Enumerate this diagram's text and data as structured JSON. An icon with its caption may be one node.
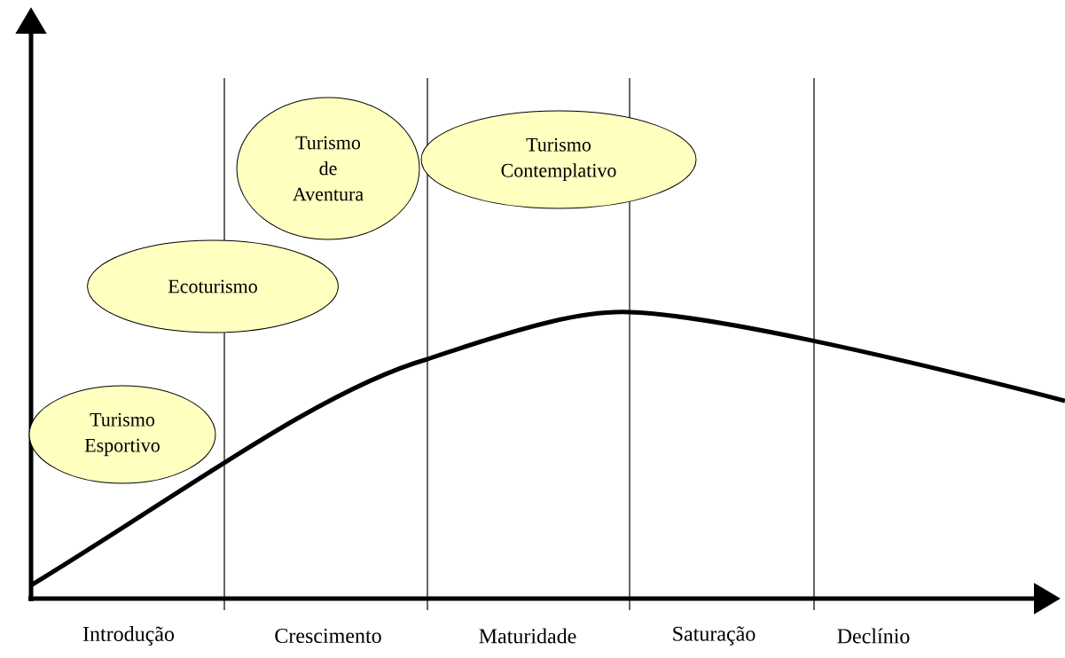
{
  "diagram": {
    "nodes": [
      {
        "text": [
          "Turismo Esportivo"
        ]
      },
      {
        "text": [
          "Ecoturismo"
        ]
      },
      {
        "text": [
          "Turismo de Aventura"
        ]
      },
      {
        "text": [
          "Turismo Contemplativo"
        ]
      }
    ],
    "labels": [
      "Introdução",
      "Crescimento",
      "Maturidade",
      "Saturação",
      "Declínio"
    ]
  }
}
